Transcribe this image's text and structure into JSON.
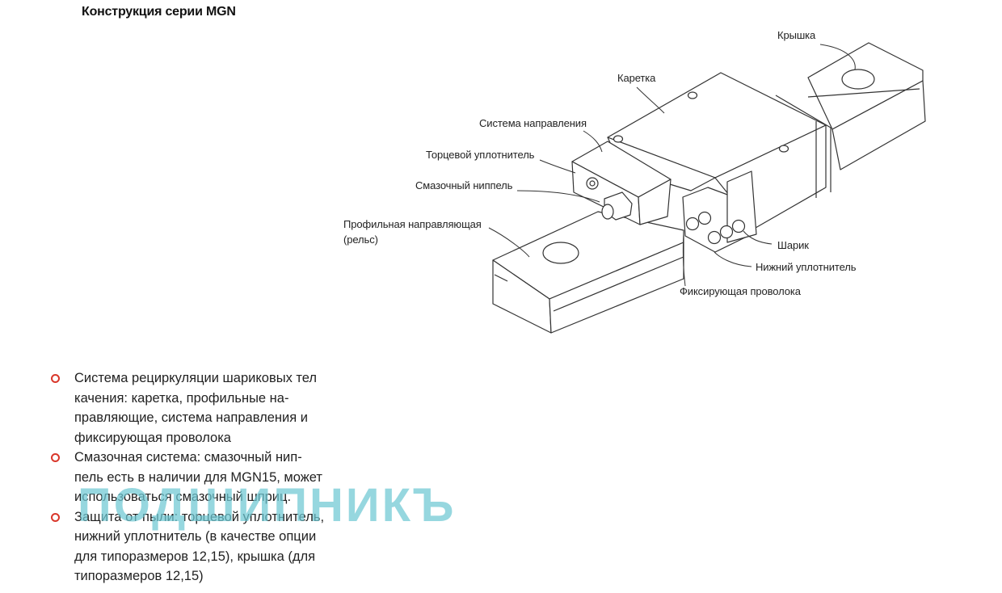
{
  "title": "Конструкция серии MGN",
  "callouts": {
    "cover": "Крышка",
    "carriage": "Каретка",
    "guide_system": "Система направления",
    "end_seal": "Торцевой уплотнитель",
    "grease_nipple": "Смазочный ниппель",
    "rail_line1": "Профильная направляющая",
    "rail_line2": "(рельс)",
    "ball": "Шарик",
    "bottom_seal": "Нижний уплотнитель",
    "retainer_wire": "Фиксирующая проволока"
  },
  "bullets": [
    {
      "lines": [
        "Система рециркуляции шариковых тел",
        "качения: каретка, профильные на-",
        "правляющие, система направления и",
        "фиксирующая проволока"
      ]
    },
    {
      "lines": [
        "Смазочная система: смазочный нип-",
        "пель есть в наличии для MGN15, может",
        "использоваться смазочный шприц."
      ]
    },
    {
      "lines": [
        "Защита от пыли: торцевой уплотнитель,",
        "нижний уплотнитель (в качестве опции",
        "для типоразмеров 12,15), крышка (для",
        "типоразмеров 12,15)"
      ]
    }
  ],
  "watermark": "ПОДШИПНИКЪ",
  "colors": {
    "bullet_marker": "#d9372b",
    "watermark": "#6ec8d2",
    "line": "#333333"
  }
}
